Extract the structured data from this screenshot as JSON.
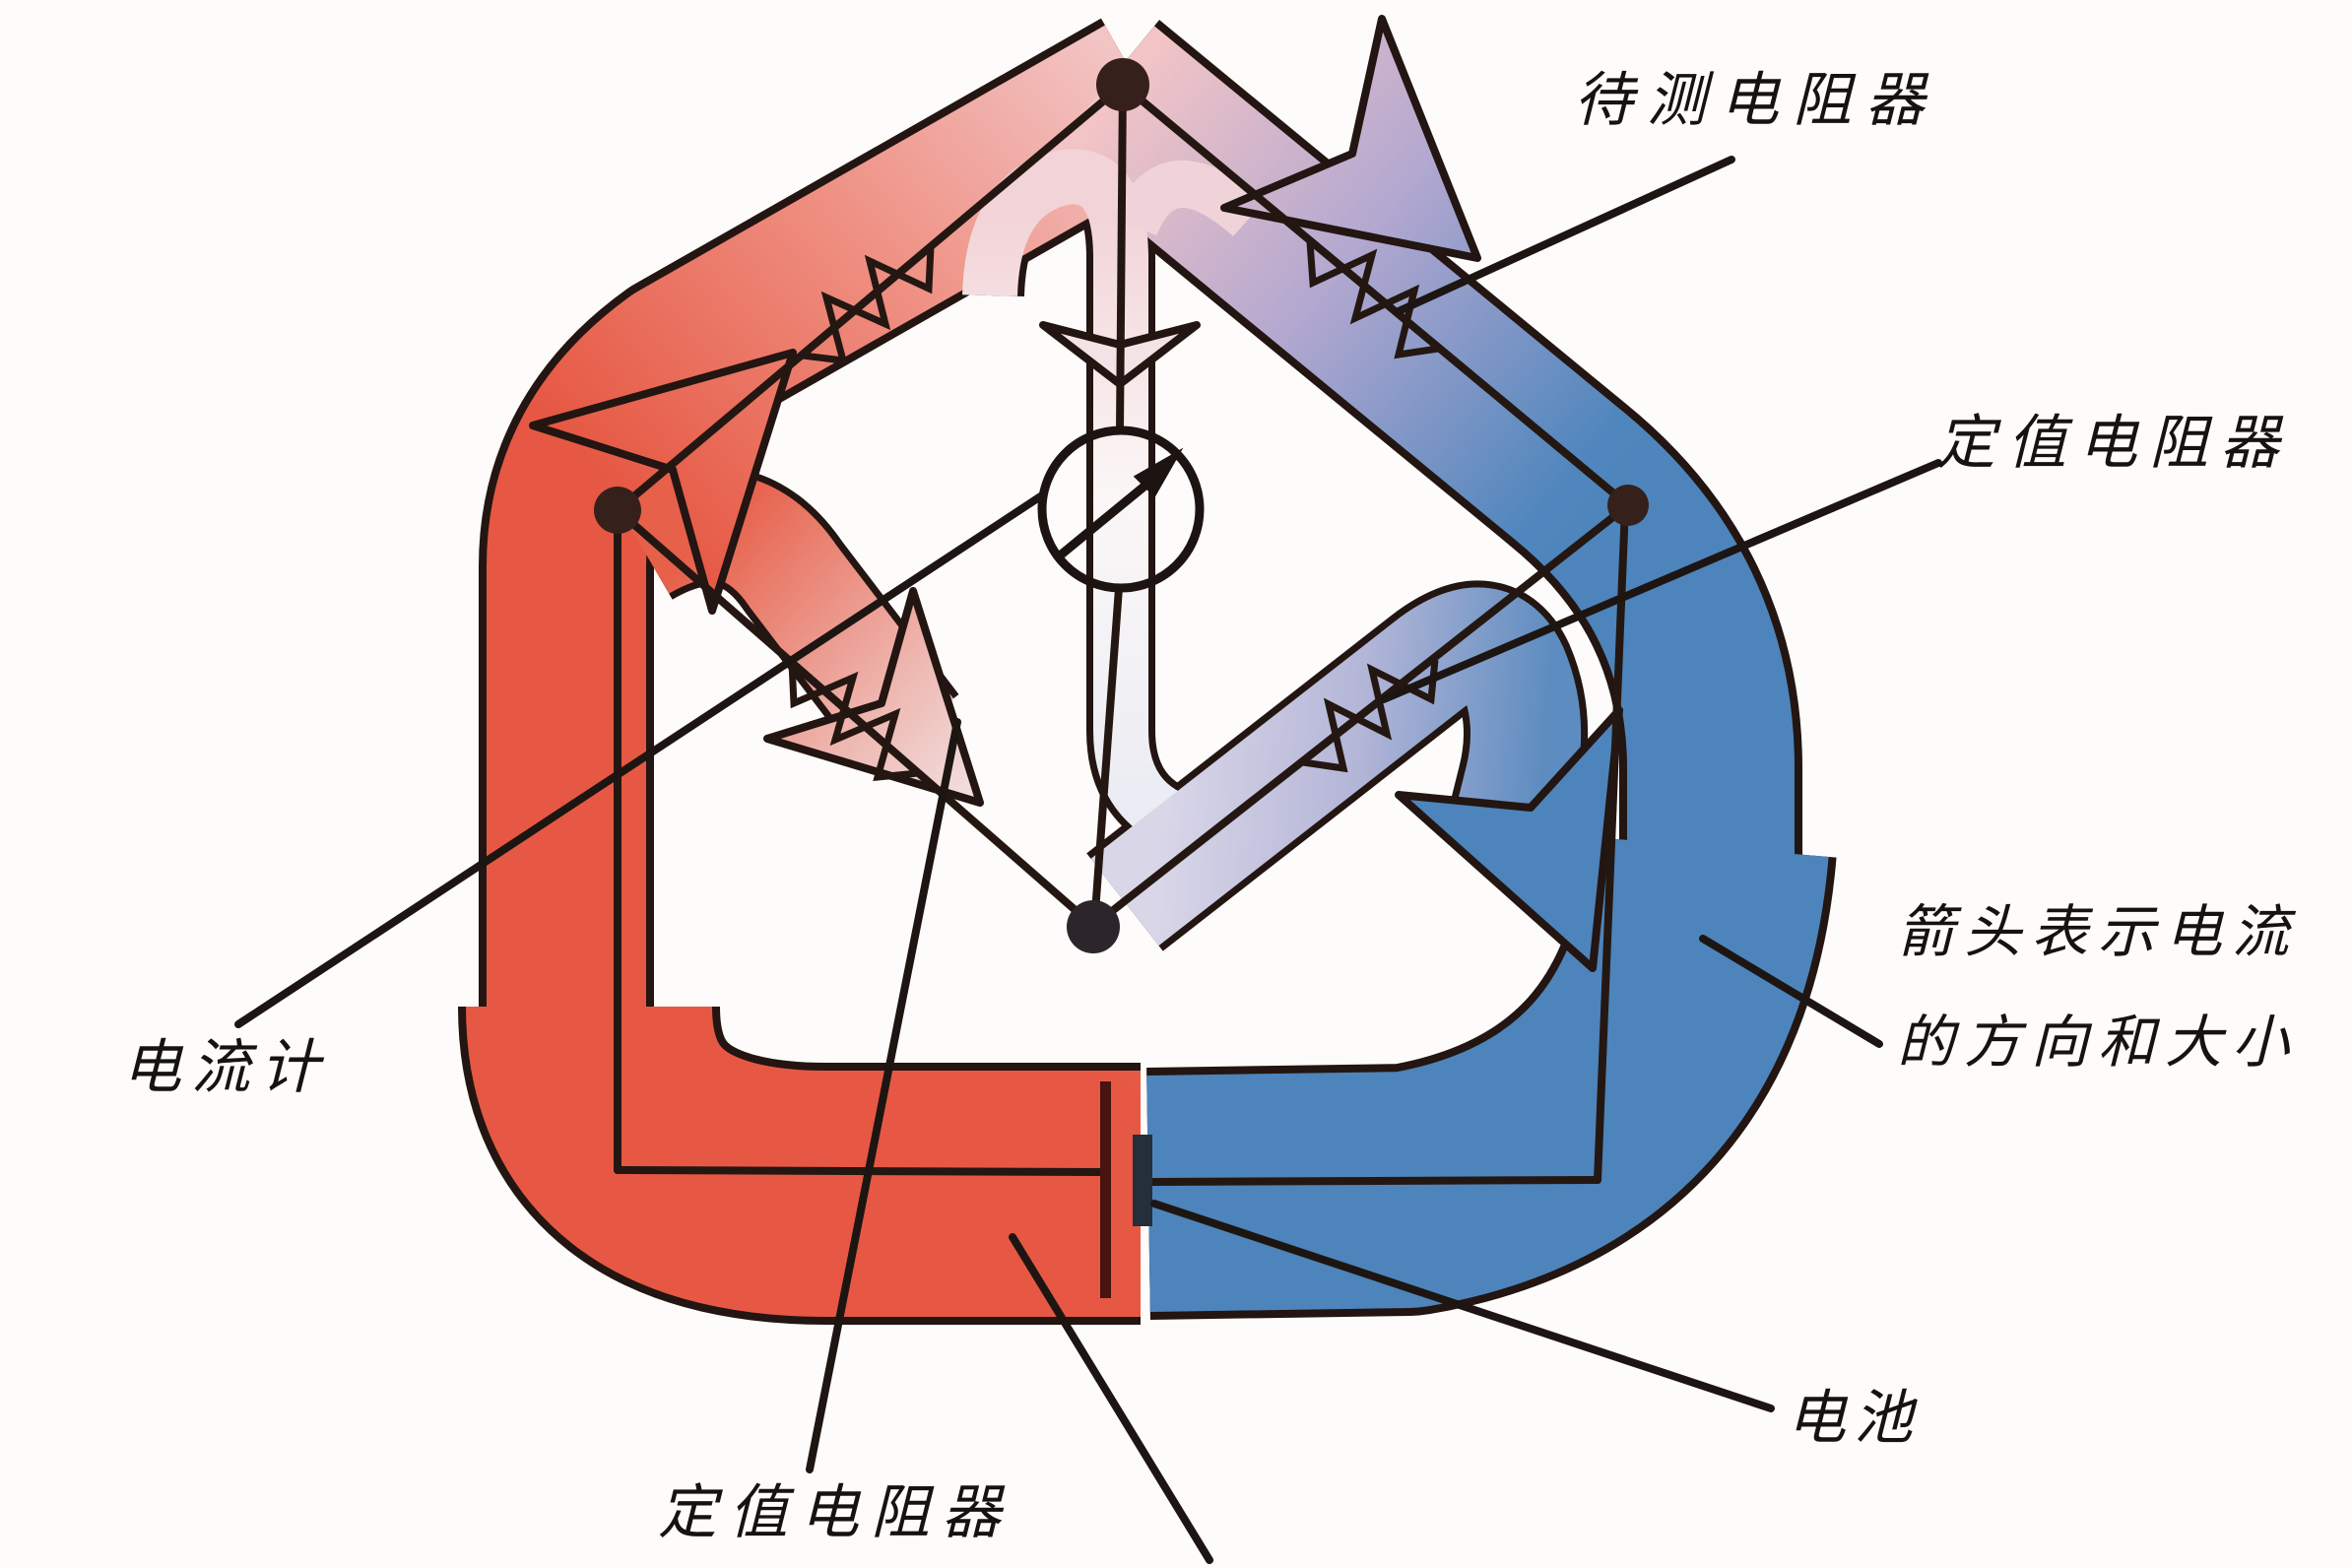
{
  "diagram": {
    "kind": "wheatstone-bridge-current-flow-diagram",
    "labels": {
      "resistor_under_test": "待测电阻器",
      "fixed_resistor_right": "定值电阻器",
      "arrow_note_line1": "箭头表示电流",
      "arrow_note_line2": "的方向和大小",
      "battery": "电池",
      "fixed_resistor_bottom": "定值电阻器",
      "galvanometer": "电流计"
    },
    "colors": {
      "current_red": "#e65843",
      "current_pink": "#f2c4c4",
      "current_blue": "#4d84bb",
      "current_lavender": "#b3a8d0",
      "bridge_line": "#241712",
      "background": "#fdfcfb"
    }
  }
}
